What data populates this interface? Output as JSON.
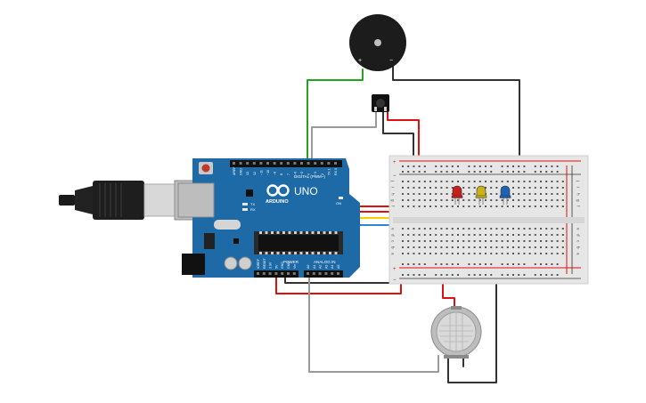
{
  "arduino": {
    "brand": "ARDUINO",
    "model": "UNO",
    "digital_header_label": "DIGITAL (PWM~)",
    "power_header_label": "POWER",
    "analog_header_label": "ANALOG IN",
    "led_labels": [
      "TX",
      "RX"
    ],
    "digital_pin_labels": [
      "AREF",
      "GND",
      "13",
      "12",
      "~11",
      "~10",
      "~9",
      "8",
      "7",
      "~6",
      "~5",
      "4",
      "~3",
      "2",
      "TX 1",
      "RX 0"
    ],
    "power_pin_labels": [
      "IOREF",
      "RESET",
      "3.3V",
      "5V",
      "GND",
      "GND",
      "Vin"
    ],
    "analog_pin_labels": [
      "A0",
      "A1",
      "A2",
      "A3",
      "A4",
      "A5"
    ],
    "on_label": "ON"
  },
  "buzzer": {
    "plus_label": "+",
    "minus_label": "−"
  },
  "breadboard": {
    "row_letters_top": [
      "j",
      "i",
      "h",
      "g",
      "f"
    ],
    "row_letters_bottom": [
      "e",
      "d",
      "c",
      "b",
      "a"
    ],
    "rail_plus": "+",
    "rail_minus": "−"
  },
  "leds": [
    {
      "name": "red",
      "color": "#c81e1e"
    },
    {
      "name": "yellow",
      "color": "#c9b21a"
    },
    {
      "name": "blue",
      "color": "#1f63b4"
    }
  ],
  "colors": {
    "board_blue": "#1d6aa6",
    "wire_red": "#e01010",
    "wire_black": "#222222",
    "wire_green": "#22a422",
    "wire_gray": "#9a9a9a",
    "wire_yellow": "#f0d000",
    "wire_blue": "#2e86d6"
  }
}
